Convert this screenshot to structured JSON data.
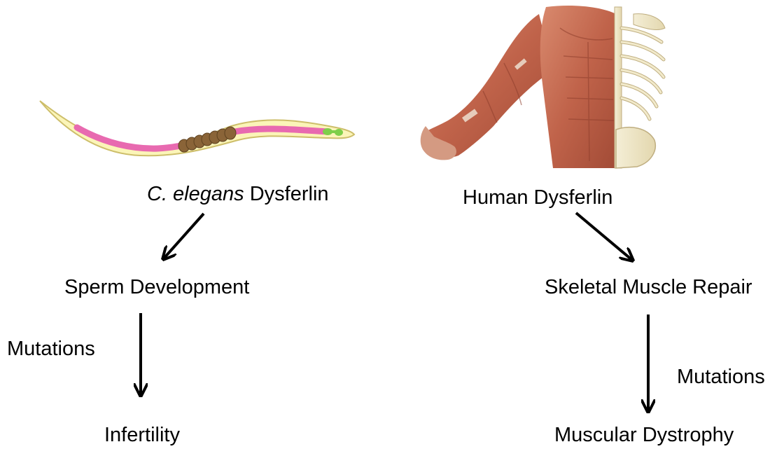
{
  "diagram": {
    "left_branch": {
      "organism_label_italic": "C. elegans",
      "organism_label_rest": " Dysferlin",
      "function_label": "Sperm Development",
      "arrow_label": "Mutations",
      "outcome_label": "Infertility",
      "illustration_icon": "nematode-worm-icon"
    },
    "right_branch": {
      "organism_label": "Human Dysferlin",
      "function_label": "Skeletal Muscle Repair",
      "arrow_label": "Mutations",
      "outcome_label": "Muscular Dystrophy",
      "illustration_icon": "human-muscle-skeleton-icon"
    },
    "colors": {
      "worm_body": "#FBF5B8",
      "worm_outline": "#CDBE6A",
      "worm_gut": "#E86AB0",
      "worm_eggs": "#8A6438",
      "worm_spermatheca": "#7FCF4A",
      "muscle": "#C46A50",
      "bone": "#F0E8CC",
      "arrow": "#000000"
    }
  }
}
